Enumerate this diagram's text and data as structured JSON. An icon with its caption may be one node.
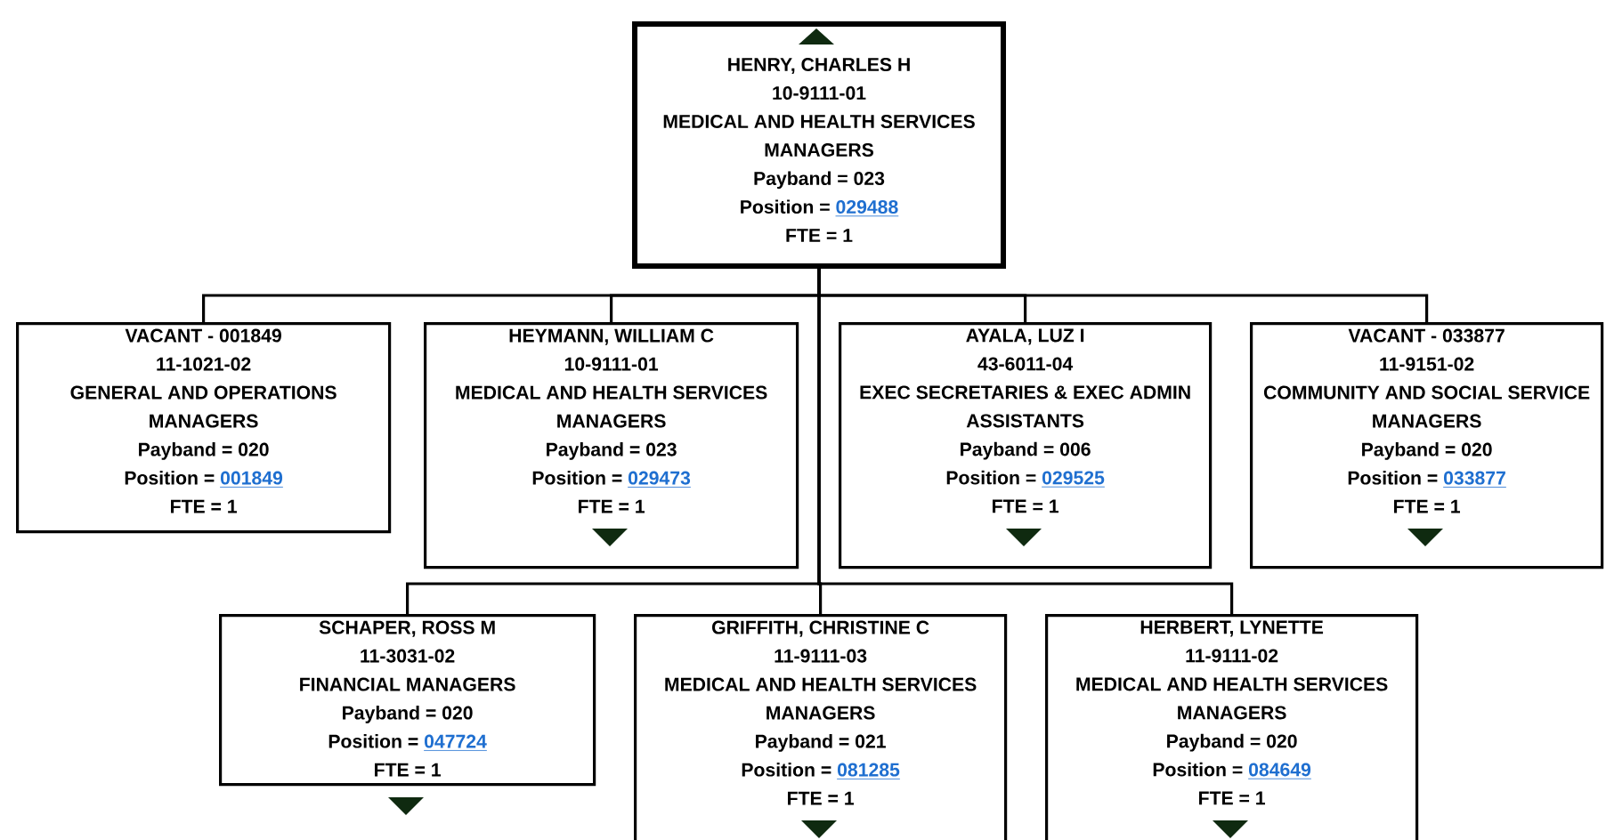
{
  "diagram": {
    "nodes": [
      {
        "text": [
          "HENRY, CHARLES H",
          "10-9111-01",
          "MEDICAL AND HEALTH SERVICES MANAGERS",
          "Payband = 023",
          "Position =",
          "029488",
          "FTE = 1"
        ]
      },
      {
        "text": [
          "VACANT - 001849",
          "11-1021-02",
          "GENERAL AND OPERATIONS MANAGERS",
          "Payband = 020",
          "Position =",
          "001849",
          "FTE = 1"
        ]
      },
      {
        "text": [
          "HEYMANN, WILLIAM C",
          "10-9111-01",
          "MEDICAL AND HEALTH SERVICES MANAGERS",
          "Payband = 023",
          "Position =",
          "029473",
          "FTE = 1"
        ]
      },
      {
        "text": [
          "AYALA, LUZ I",
          "43-6011-04",
          "EXEC SECRETARIES & EXEC ADMIN ASSISTANTS",
          "Payband = 006",
          "Position =",
          "029525",
          "FTE = 1"
        ]
      },
      {
        "text": [
          "VACANT - 033877",
          "11-9151-02",
          "COMMUNITY AND SOCIAL SERVICE MANAGERS",
          "Payband = 020",
          "Position =",
          "033877",
          "FTE = 1"
        ]
      },
      {
        "text": [
          "SCHAPER, ROSS M",
          "11-3031-02",
          "FINANCIAL MANAGERS",
          "Payband = 020",
          "Position =",
          "047724",
          "FTE = 1"
        ]
      },
      {
        "text": [
          "GRIFFITH, CHRISTINE C",
          "11-9111-03",
          "MEDICAL AND HEALTH SERVICES MANAGERS",
          "Payband = 021",
          "Position =",
          "081285",
          "FTE = 1"
        ]
      },
      {
        "text": [
          "HERBERT, LYNETTE",
          "11-9111-02",
          "MEDICAL AND HEALTH SERVICES MANAGERS",
          "Payband = 020",
          "Position =",
          "084649",
          "FTE = 1"
        ]
      }
    ],
    "edges": [
      {
        "from": 0,
        "to": 1,
        "arrow": "none"
      },
      {
        "from": 0,
        "to": 2,
        "arrow": "none"
      },
      {
        "from": 0,
        "to": 3,
        "arrow": "none"
      },
      {
        "from": 0,
        "to": 4,
        "arrow": "none"
      },
      {
        "from": 0,
        "to": 5,
        "arrow": "none"
      },
      {
        "from": 0,
        "to": 6,
        "arrow": "none"
      },
      {
        "from": 0,
        "to": 7,
        "arrow": "none"
      }
    ]
  }
}
